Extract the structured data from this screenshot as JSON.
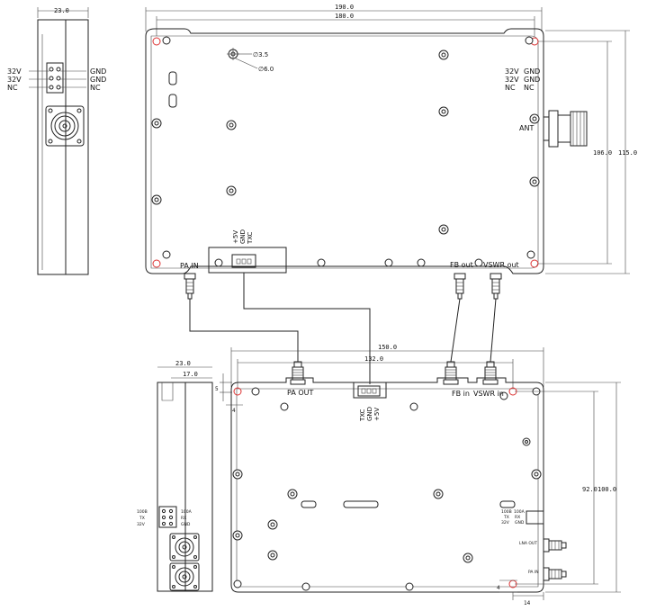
{
  "top_view": {
    "dim_total_width": "190.0",
    "dim_hole_span": "180.0",
    "dim_hole_height": "106.0",
    "dim_total_height": "115.0",
    "hole_large": "∅3.5",
    "hole_small": "∅6.0",
    "ant_label": "ANT",
    "power_left": [
      "32V",
      "32V",
      "NC"
    ],
    "power_right": [
      "GND",
      "GND",
      "NC"
    ],
    "bottom_connector_pins": [
      "+5V",
      "GND",
      "TXC"
    ],
    "pa_in_label": "PA IN",
    "fb_out_label": "FB out",
    "vswr_out_label": "VSWR out"
  },
  "side_view_top": {
    "dim_width": "23.0",
    "left_labels": [
      "32V",
      "32V",
      "NC"
    ],
    "right_labels": [
      "GND",
      "GND",
      "NC"
    ]
  },
  "bottom_view": {
    "dim_total_width": "150.0",
    "dim_hole_span": "132.0",
    "dim_total_height": "100.0",
    "dim_hole_height": "92.0",
    "dim_top_offset": "5",
    "dim_left_offset": "4",
    "dim_bottom_offset": "4",
    "dim_bottom_right": "14",
    "pa_out_label": "PA OUT",
    "fb_in_label": "FB in",
    "vswr_in_label": "VSWR in",
    "connector_pins": [
      "TXC",
      "GND",
      "+5V"
    ],
    "small_left": [
      "100B",
      "TX",
      "32V"
    ],
    "small_right": [
      "100A",
      "RX",
      "GND"
    ],
    "lna_out_label": "LNA OUT",
    "pa_in_label": "PA IN"
  },
  "side_view_bottom": {
    "dim_width": "23.0",
    "dim_inner": "17.0",
    "left_labels": [
      "100B",
      "TX",
      "32V"
    ],
    "right_labels": [
      "100A",
      "RX",
      "GND"
    ]
  }
}
